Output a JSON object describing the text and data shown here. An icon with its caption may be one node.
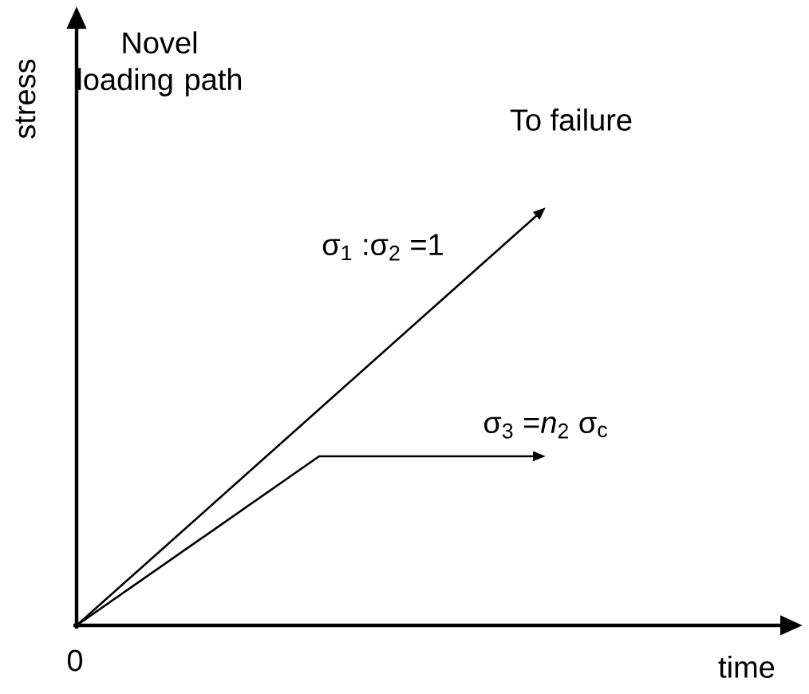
{
  "diagram": {
    "title": "Novel loading path",
    "labels": [
      "To failure",
      "σ$_{1}$ :σ$_{2}$ =1",
      "σ$_{3}$ =*n*$_{2}$ σ$_{c}$",
      "stress",
      "0",
      "time"
    ]
  }
}
